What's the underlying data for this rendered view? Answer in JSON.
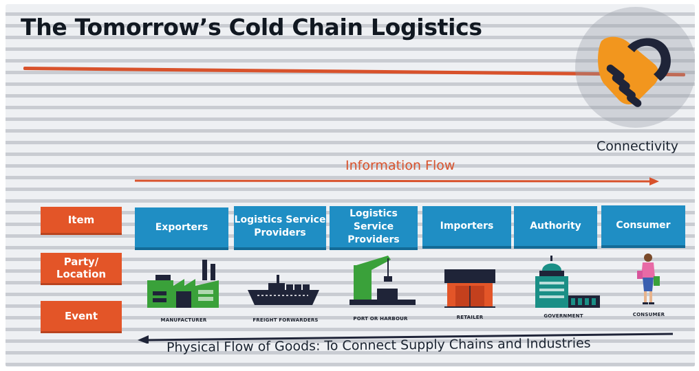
{
  "slide": {
    "title": "The Tomorrow’s Cold Chain Logistics",
    "connectivity": "Connectivity",
    "information_flow": "Information Flow",
    "physical_flow": "Physical Flow of Goods: To Connect Supply Chains and Industries"
  },
  "rows": [
    "Item",
    "Party/ Location",
    "Event"
  ],
  "actors": [
    "Exporters",
    "Logistics Service Providers",
    "Logistics Service Providers",
    "Importers",
    "Authority",
    "Consumer"
  ],
  "icons": [
    {
      "icon": "factory-icon",
      "label": "MANUFACTURER"
    },
    {
      "icon": "ship-icon",
      "label": "FREIGHT FORWARDERS"
    },
    {
      "icon": "crane-icon",
      "label": "PORT OR HARBOUR"
    },
    {
      "icon": "store-icon",
      "label": "RETAILER"
    },
    {
      "icon": "government-icon",
      "label": "GOVERNMENT"
    },
    {
      "icon": "shopper-icon",
      "label": "CONSUMER"
    }
  ],
  "colors": {
    "accent": "#e35528",
    "actor_blue": "#1f8ec4",
    "dark_navy": "#1f2438",
    "icon_green": "#3aa13a",
    "handshake_orange": "#f2961e"
  }
}
